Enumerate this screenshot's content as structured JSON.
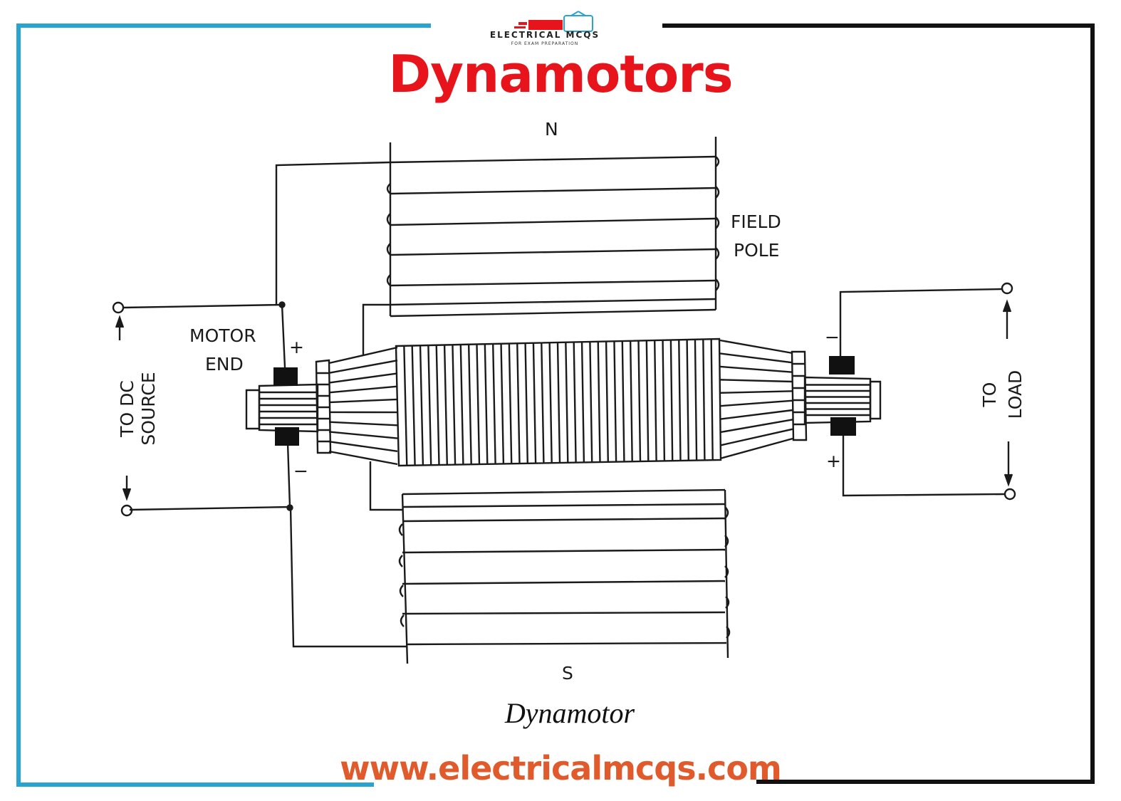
{
  "title": "Dynamotors",
  "logo": {
    "main": "ELECTRICAL MCQS",
    "sub": "FOR EXAM PREPARATION"
  },
  "labels": {
    "north": "N",
    "south": "S",
    "field_pole_line1": "FIELD",
    "field_pole_line2": "POLE",
    "motor_end_line1": "MOTOR",
    "motor_end_line2": "END",
    "dc_source_line1": "TO DC",
    "dc_source_line2": "SOURCE",
    "load_line1": "TO",
    "load_line2": "LOAD",
    "motor_plus": "+",
    "motor_minus": "−",
    "gen_minus": "−",
    "gen_plus": "+"
  },
  "caption": "Dynamotor",
  "website": "www.electricalmcqs.com",
  "colors": {
    "title": "#e8141b",
    "frame_left": "#29a3d0",
    "frame_right": "#111111",
    "ink": "#1a1a1a",
    "website": "#e05a2b"
  }
}
